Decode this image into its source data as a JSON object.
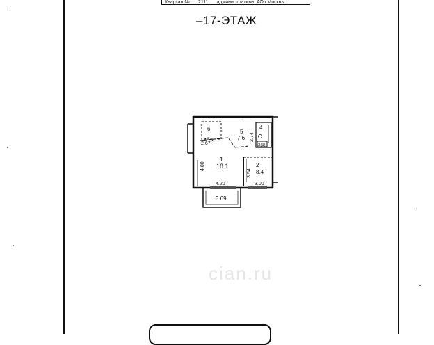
{
  "header": {
    "quarter_label": "Квартал №",
    "quarter_number": "2111",
    "district": "административн. АО г.Москвы"
  },
  "floor": {
    "number": "17",
    "suffix": "-ЭТАЖ"
  },
  "plan": {
    "rooms": [
      {
        "id": "1",
        "number": "1",
        "area": "18.1"
      },
      {
        "id": "2",
        "number": "2",
        "area": "8.4"
      },
      {
        "id": "4",
        "number": "4",
        "area": ""
      },
      {
        "id": "5",
        "number": "5",
        "area": "7.6"
      },
      {
        "id": "6",
        "number": "6",
        "area": ""
      }
    ],
    "dimensions": {
      "room6_width": "2.67",
      "room1_height": "4.80",
      "room1_width": "4.20",
      "room2_height": "3.54",
      "room2_width": "3.00",
      "room4_height": "2.74",
      "balcony_width": "3.69",
      "bath_label": "3(1)",
      "top_mark": "0"
    }
  },
  "watermark": "cian.ru"
}
